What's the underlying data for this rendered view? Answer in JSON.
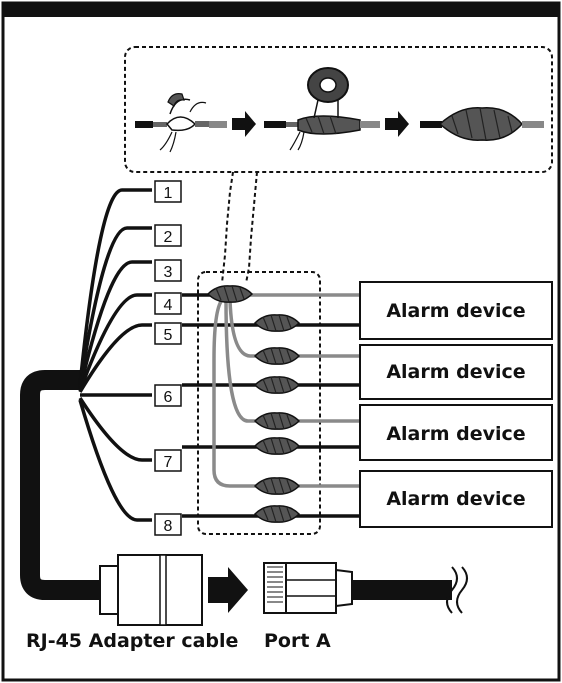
{
  "wire_numbers": [
    "1",
    "2",
    "3",
    "4",
    "5",
    "6",
    "7",
    "8"
  ],
  "alarm_device_label": "Alarm device",
  "adapter_cable_label": "RJ-45 Adapter cable",
  "port_label": "Port A",
  "colors": {
    "black_wire": "#111111",
    "grey_wire": "#8a8a8a",
    "frame": "#111111"
  },
  "icons": [
    "splice-step-icon",
    "tape-wrap-icon",
    "sealed-splice-icon",
    "arrow-right-icon",
    "rj45-plug-icon",
    "cable-break-icon"
  ]
}
